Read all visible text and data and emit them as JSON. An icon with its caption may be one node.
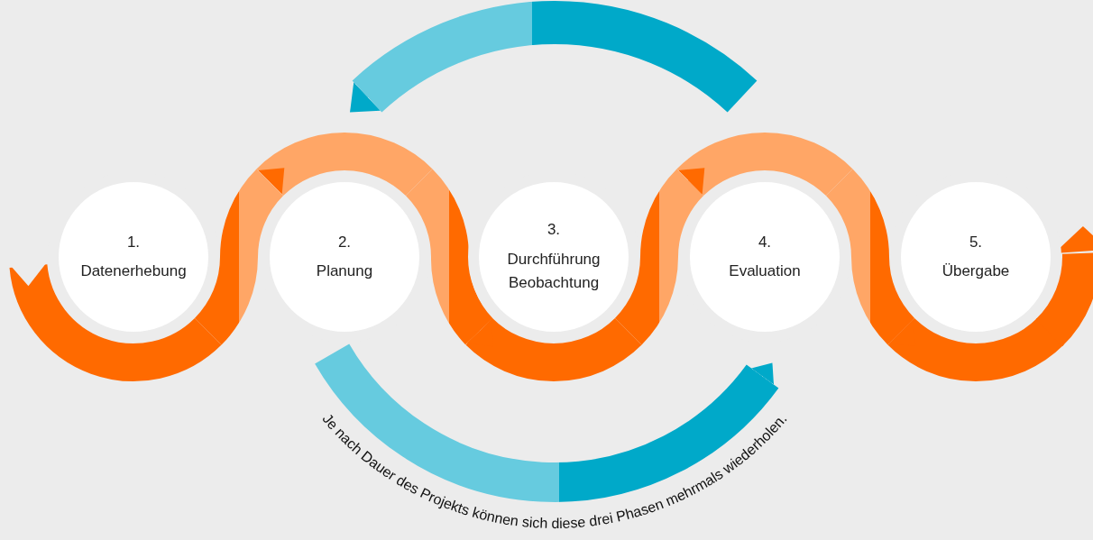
{
  "diagram": {
    "nodes": [
      {
        "text": [
          "1.",
          "Datenerhebung"
        ]
      },
      {
        "text": [
          "2.",
          "Planung"
        ]
      },
      {
        "text": [
          "3.",
          "Durchführung Beobachtung"
        ]
      },
      {
        "text": [
          "4.",
          "Evaluation"
        ]
      },
      {
        "text": [
          "5.",
          "Übergabe"
        ]
      }
    ],
    "edges": [
      {
        "from": 0,
        "to": 1,
        "arrow": "to",
        "style": "thick"
      },
      {
        "from": 1,
        "to": 2,
        "arrow": "to",
        "style": "thick"
      },
      {
        "from": 2,
        "to": 3,
        "arrow": "to",
        "style": "thick"
      },
      {
        "from": 3,
        "to": 4,
        "arrow": "to",
        "style": "thick"
      },
      {
        "from": 3,
        "to": 1,
        "arrow": "to",
        "style": "thick",
        "color": "#00a9c9"
      },
      {
        "from": 1,
        "to": 3,
        "arrow": "to",
        "style": "thick",
        "color": "#00a9c9"
      }
    ],
    "labels": [
      "Je nach Dauer des Projekts können sich diese drei Phasen mehrmals wiederholen."
    ]
  }
}
